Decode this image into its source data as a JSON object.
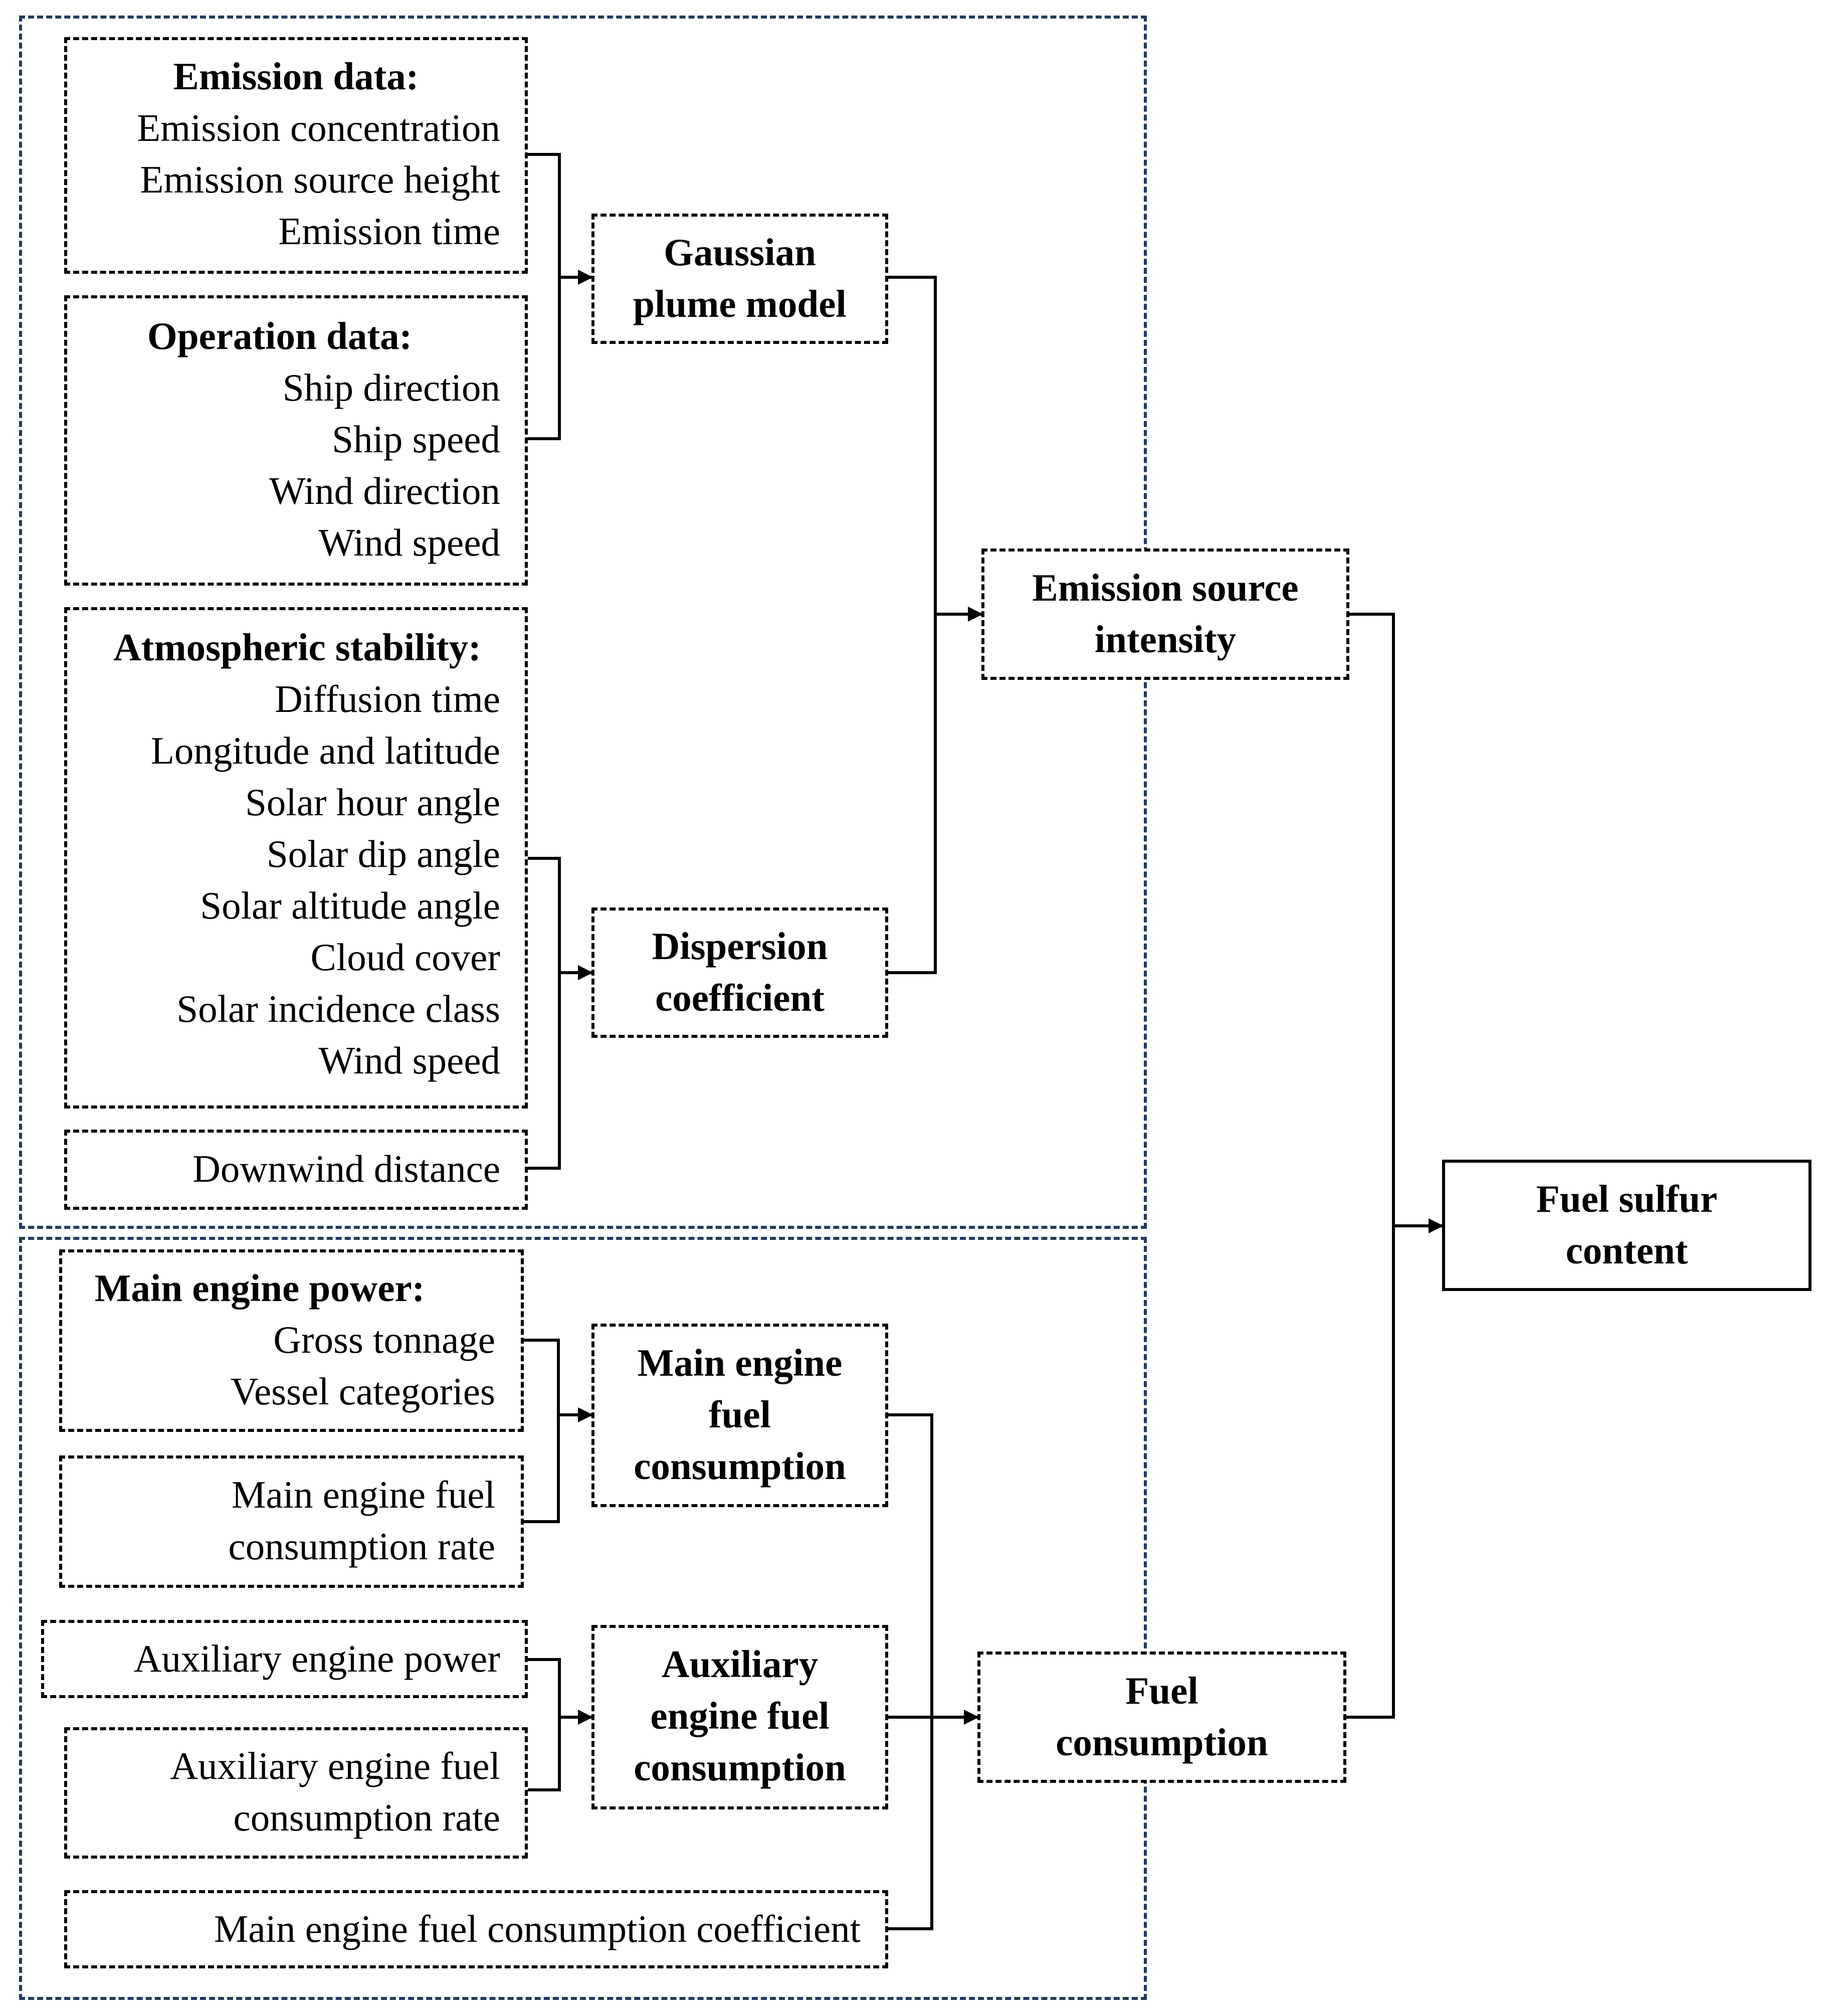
{
  "inputs": {
    "emission_data": {
      "title": "Emission data:",
      "items": [
        "Emission concentration",
        "Emission source height",
        "Emission time"
      ]
    },
    "operation_data": {
      "title": "Operation  data:",
      "items": [
        "Ship direction",
        "Ship speed",
        "Wind direction",
        "Wind speed"
      ]
    },
    "atmospheric_stability": {
      "title": "Atmospheric stability:",
      "items": [
        "Diffusion time",
        "Longitude and latitude",
        "Solar hour angle",
        "Solar dip angle",
        "Solar altitude angle",
        "Cloud cover",
        "Solar incidence class",
        "Wind speed"
      ]
    },
    "downwind_distance": "Downwind distance",
    "main_engine_power": {
      "title": "Main engine power:",
      "items": [
        "Gross tonnage",
        "Vessel categories"
      ]
    },
    "main_engine_fuel_rate": [
      "Main engine fuel",
      "consumption rate"
    ],
    "auxiliary_engine_power": "Auxiliary engine power",
    "auxiliary_engine_fuel_rate": [
      "Auxiliary engine fuel",
      "consumption rate"
    ],
    "main_engine_fuel_coefficient": "Main engine fuel consumption coefficient"
  },
  "models": {
    "gaussian_plume": [
      "Gaussian",
      "plume model"
    ],
    "dispersion_coefficient": [
      "Dispersion",
      "coefficient"
    ],
    "main_engine_fuel_consumption": [
      "Main engine",
      "fuel",
      "consumption"
    ],
    "auxiliary_engine_fuel_consumption": [
      "Auxiliary",
      "engine fuel",
      "consumption"
    ]
  },
  "outputs": {
    "emission_source_intensity": [
      "Emission source",
      "intensity"
    ],
    "fuel_consumption": [
      "Fuel",
      "consumption"
    ],
    "fuel_sulfur_content": [
      "Fuel sulfur",
      "content"
    ]
  }
}
